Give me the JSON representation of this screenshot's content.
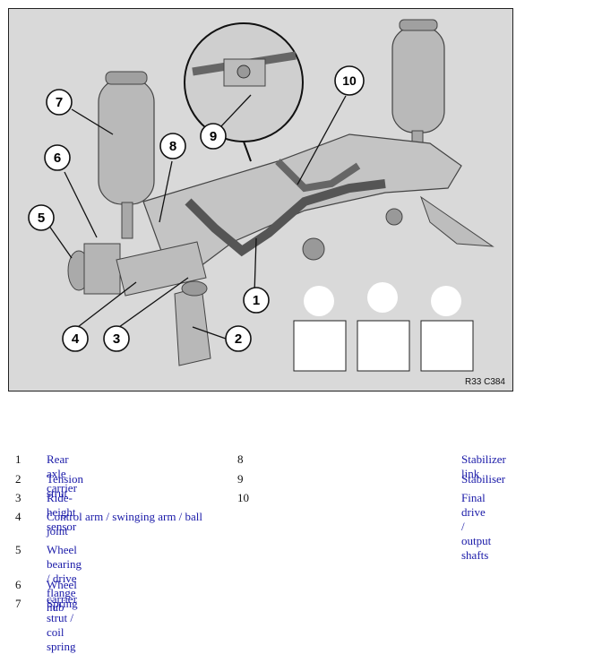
{
  "figure": {
    "code": "R33 C384",
    "callouts": [
      "1",
      "2",
      "3",
      "4",
      "5",
      "6",
      "7",
      "8",
      "9",
      "10"
    ]
  },
  "legend": [
    {
      "num": "1",
      "text": "Rear axle carrier"
    },
    {
      "num": "2",
      "text": "Tension strut"
    },
    {
      "num": "3",
      "text": "Ride-height sensor"
    },
    {
      "num": "4",
      "text": "Control arm / swinging arm / ball joint"
    },
    {
      "num": "5",
      "text": "Wheel bearing / drive flange hub"
    },
    {
      "num": "6",
      "text": "Wheel carrier"
    },
    {
      "num": "7",
      "text": "Spring strut / coil spring"
    },
    {
      "num": "8",
      "text": "Stabilizer link"
    },
    {
      "num": "9",
      "text": "Stabiliser"
    },
    {
      "num": "10",
      "text": "Final drive / output shafts"
    }
  ]
}
